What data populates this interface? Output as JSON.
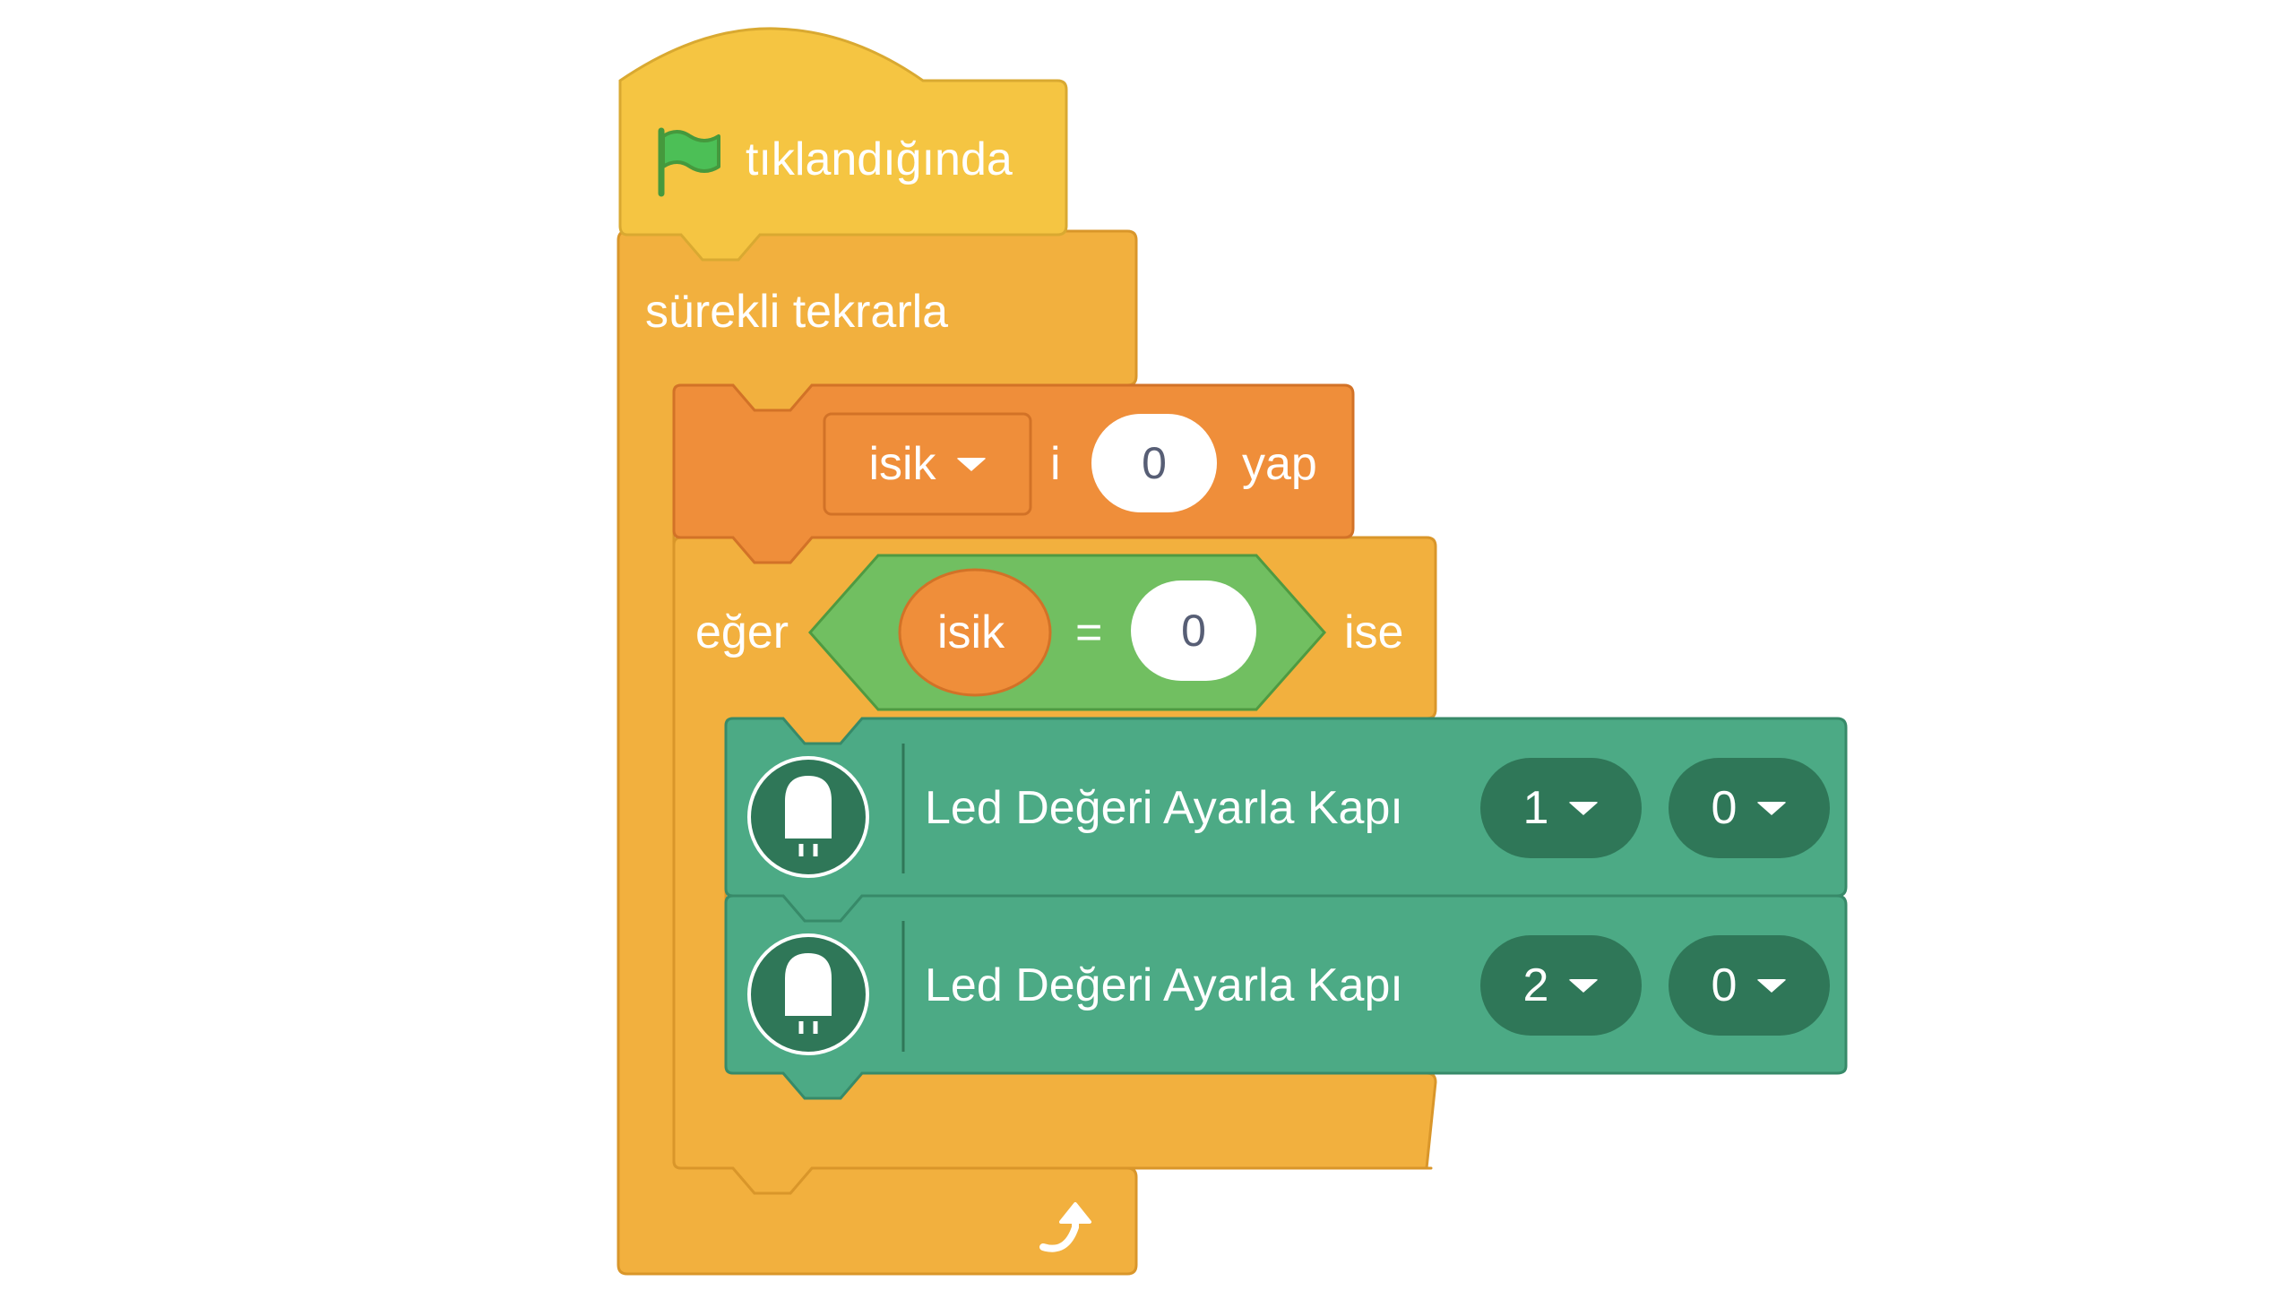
{
  "hat": {
    "label": "tıklandığında",
    "icon": "green-flag-icon"
  },
  "forever": {
    "label": "sürekli tekrarla",
    "icon": "loop-arrow-icon"
  },
  "set_var": {
    "variable": "isik",
    "middle_text": "i",
    "value": "0",
    "suffix": "yap"
  },
  "if_block": {
    "prefix": "eğer",
    "left_reporter": "isik",
    "operator": "=",
    "right_value": "0",
    "suffix": "ise"
  },
  "led_blocks": [
    {
      "label": "Led Değeri Ayarla Kapı",
      "port": "1",
      "value": "0",
      "icon": "led-icon"
    },
    {
      "label": "Led Değeri Ayarla Kapı",
      "port": "2",
      "value": "0",
      "icon": "led-icon"
    }
  ],
  "colors": {
    "events": "#f5c542",
    "events_stroke": "#d9a931",
    "control": "#f2b03e",
    "control_stroke": "#d9962a",
    "variables": "#ef8e3a",
    "variables_stroke": "#d27227",
    "operators": "#71bf61",
    "operators_stroke": "#4f9a41",
    "extension": "#4caa85",
    "extension_stroke": "#378a69",
    "extension_dark": "#2f7758",
    "flag": "#4cbf56",
    "flag_stroke": "#45993d"
  }
}
